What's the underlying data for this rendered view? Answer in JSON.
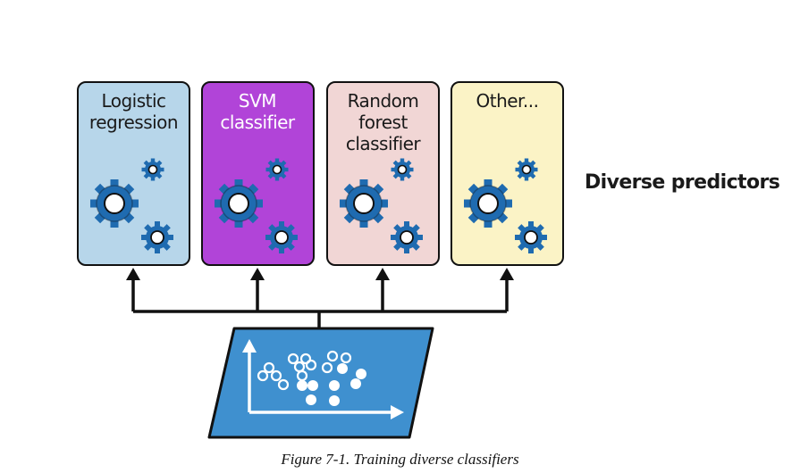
{
  "classifiers": [
    {
      "label": "Logistic regression",
      "fill": "#b7d6ea",
      "text_color": "#1a1a1a"
    },
    {
      "label": "SVM classifier",
      "fill": "#b144d8",
      "text_color": "#ffffff"
    },
    {
      "label": "Random forest classifier",
      "fill": "#f1d6d5",
      "text_color": "#1a1a1a"
    },
    {
      "label": "Other...",
      "fill": "#fbf3c6",
      "text_color": "#1a1a1a"
    }
  ],
  "side_label": "Diverse predictors",
  "caption": "Figure 7-1. Training diverse classifiers",
  "colors": {
    "gear": "#1f6bb0",
    "outline": "#111111",
    "dataset_fill": "#3f90cf"
  },
  "icons": [
    "gear-icon",
    "scatter-plot-icon",
    "arrow-up-icon"
  ]
}
